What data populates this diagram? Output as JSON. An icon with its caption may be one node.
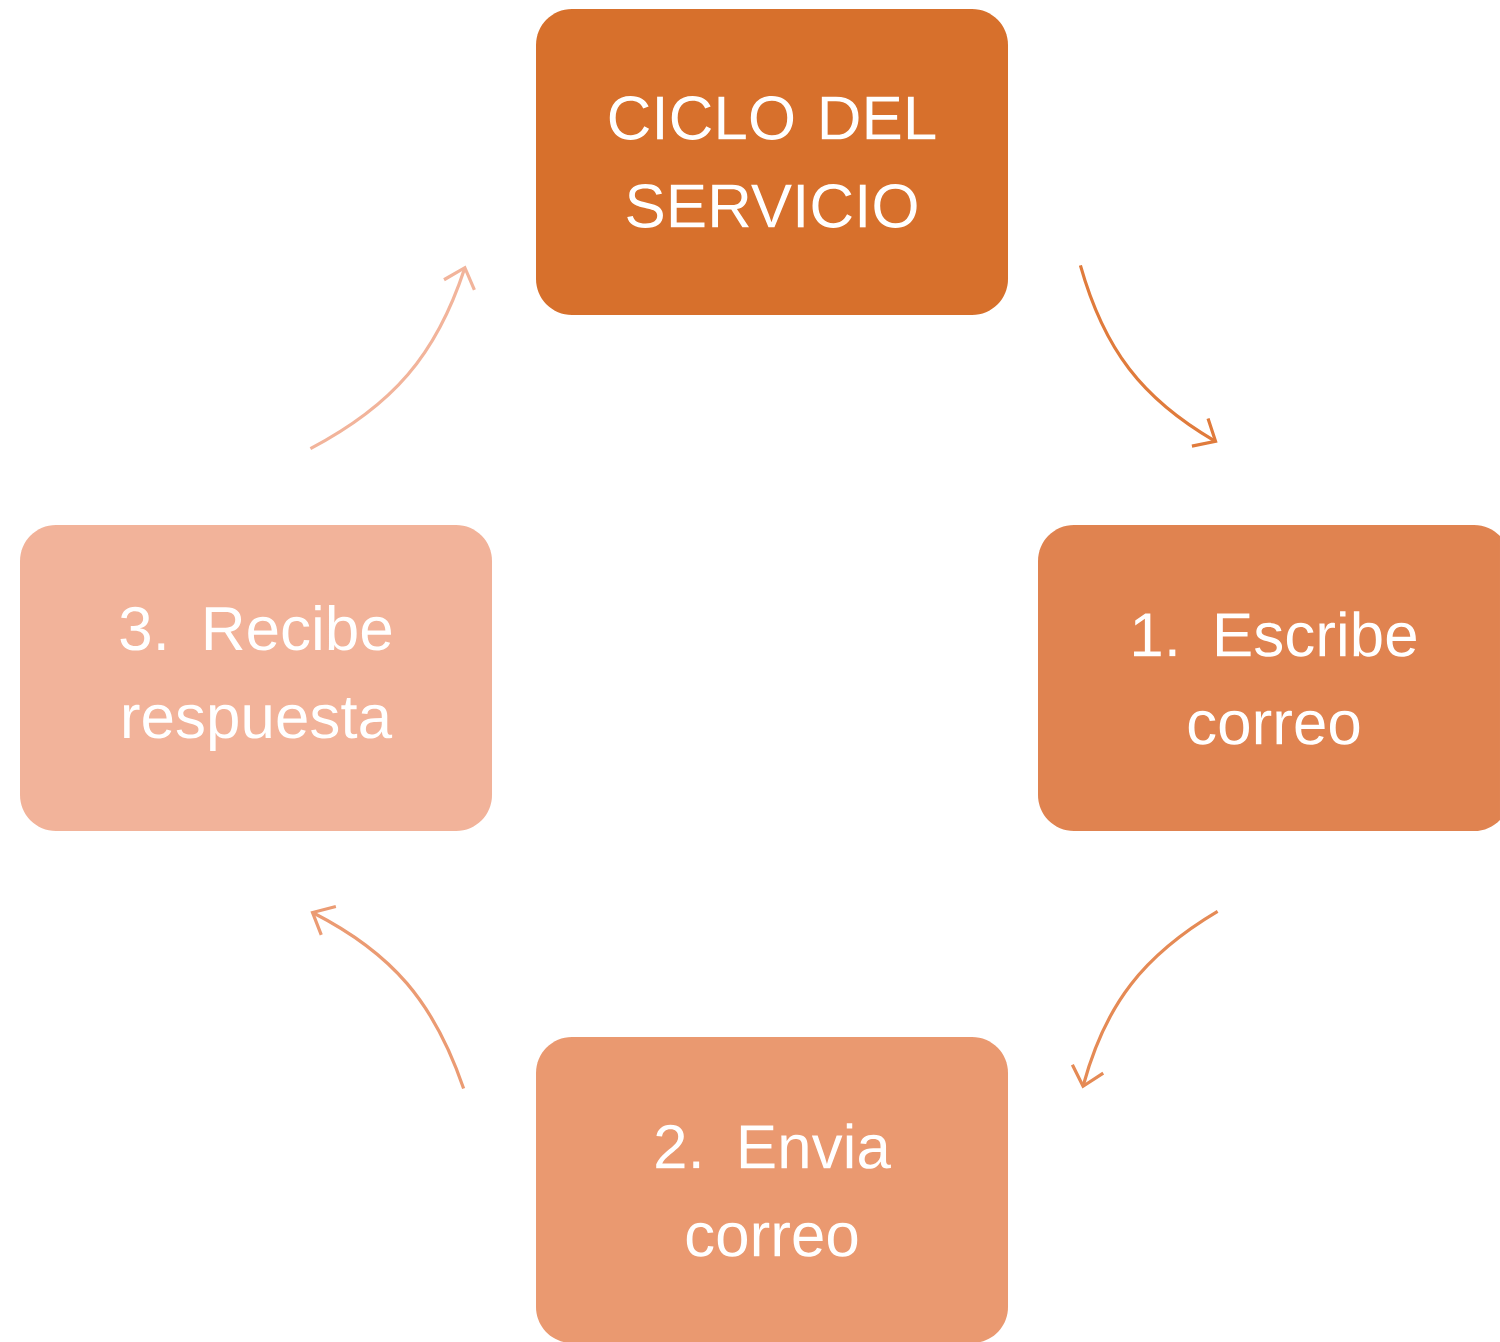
{
  "diagram": {
    "nodes": [
      {
        "text": [
          "CICLO DEL SERVICIO"
        ]
      },
      {
        "text": [
          "1. Escribe correo"
        ]
      },
      {
        "text": [
          "2. Envia correo"
        ]
      },
      {
        "text": [
          "3. Recibe respuesta"
        ]
      }
    ],
    "edges": [
      {
        "from": 0,
        "to": 1,
        "arrow": "to",
        "color": "#e07b3c"
      },
      {
        "from": 1,
        "to": 2,
        "arrow": "to",
        "color": "#e58a55"
      },
      {
        "from": 2,
        "to": 3,
        "arrow": "to",
        "color": "#eb9b73"
      },
      {
        "from": 3,
        "to": 0,
        "arrow": "to",
        "color": "#f2b49b"
      }
    ]
  }
}
